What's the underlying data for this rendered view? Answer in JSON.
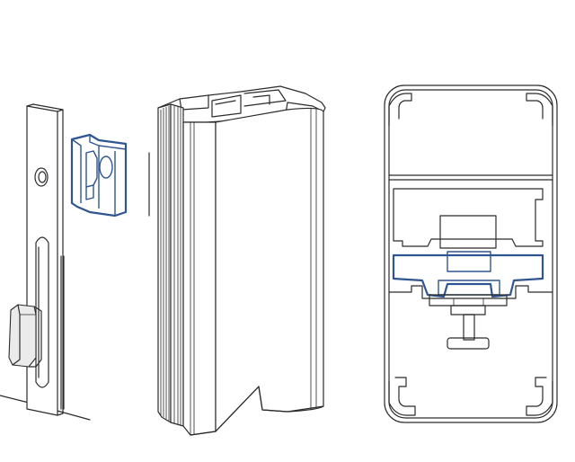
{
  "figure": {
    "panels": [
      {
        "id": "lock-plate",
        "icon": "plate-with-latch-and-clip"
      },
      {
        "id": "extrusion-3d",
        "icon": "aluminium-profile-perspective"
      },
      {
        "id": "cross-section",
        "icon": "profile-cross-section-with-insert"
      }
    ]
  },
  "colors": {
    "line": "#2b2b2b",
    "highlight": "#2f5590",
    "background": "#ffffff"
  }
}
